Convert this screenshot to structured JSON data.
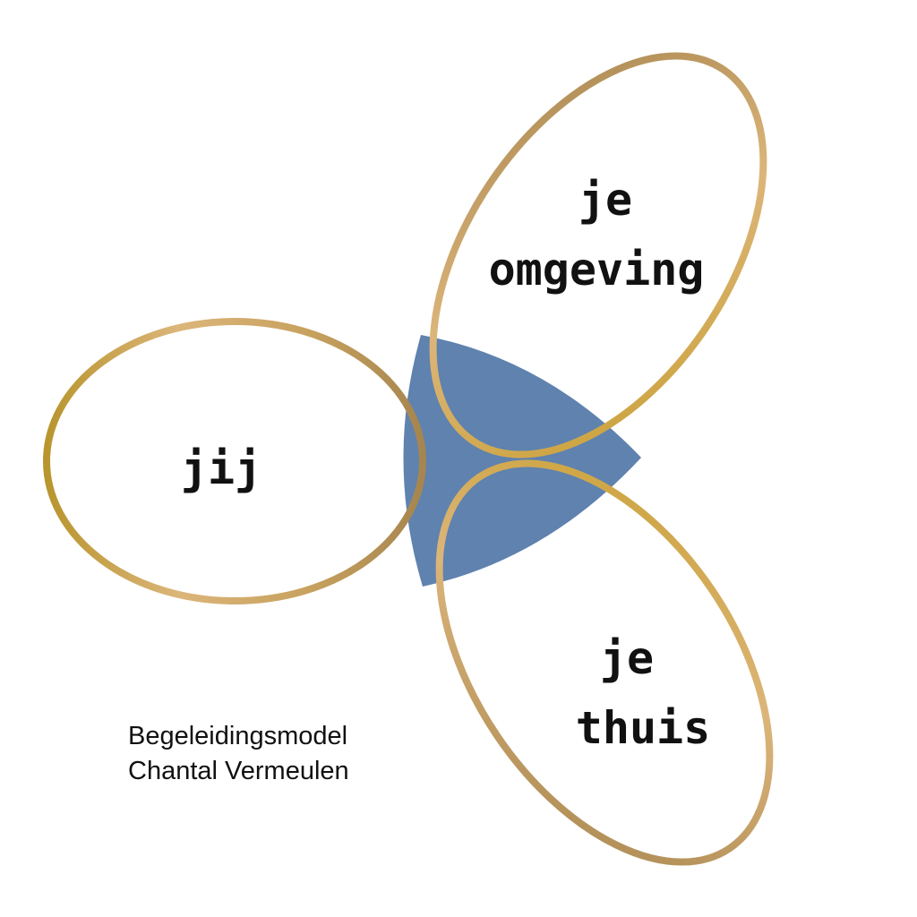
{
  "petals": {
    "self": {
      "label": "jij"
    },
    "environment": {
      "line1": "je",
      "line2": "omgeving"
    },
    "home": {
      "line1": "je",
      "line2": "thuis"
    }
  },
  "caption": {
    "line1": "Begeleidingsmodel",
    "line2": "Chantal Vermeulen"
  },
  "colors": {
    "outline_gold_dark": "#b8952d",
    "outline_gold_light": "#dcb57a",
    "outline_bronze": "#a6854f",
    "center_fill": "#5f82af",
    "background": "#ffffff",
    "text": "#111111"
  }
}
